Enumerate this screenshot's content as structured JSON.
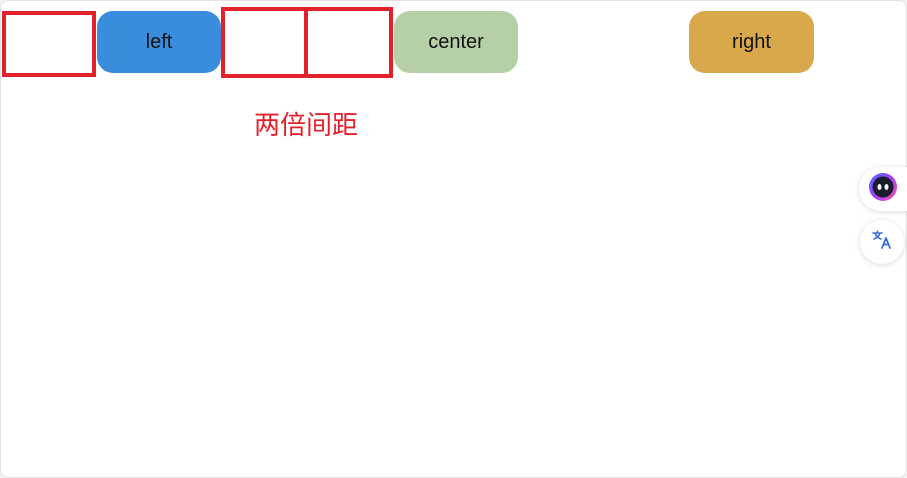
{
  "buttons": {
    "left": {
      "label": "left",
      "color": "#3a8ddc"
    },
    "center": {
      "label": "center",
      "color": "#b5d0a7"
    },
    "right": {
      "label": "right",
      "color": "#d8a84a"
    }
  },
  "annotation": {
    "text": "两倍间距",
    "color": "#e3212b"
  },
  "floating_tools": [
    {
      "icon": "ai-assistant-icon"
    },
    {
      "icon": "translate-icon"
    }
  ]
}
